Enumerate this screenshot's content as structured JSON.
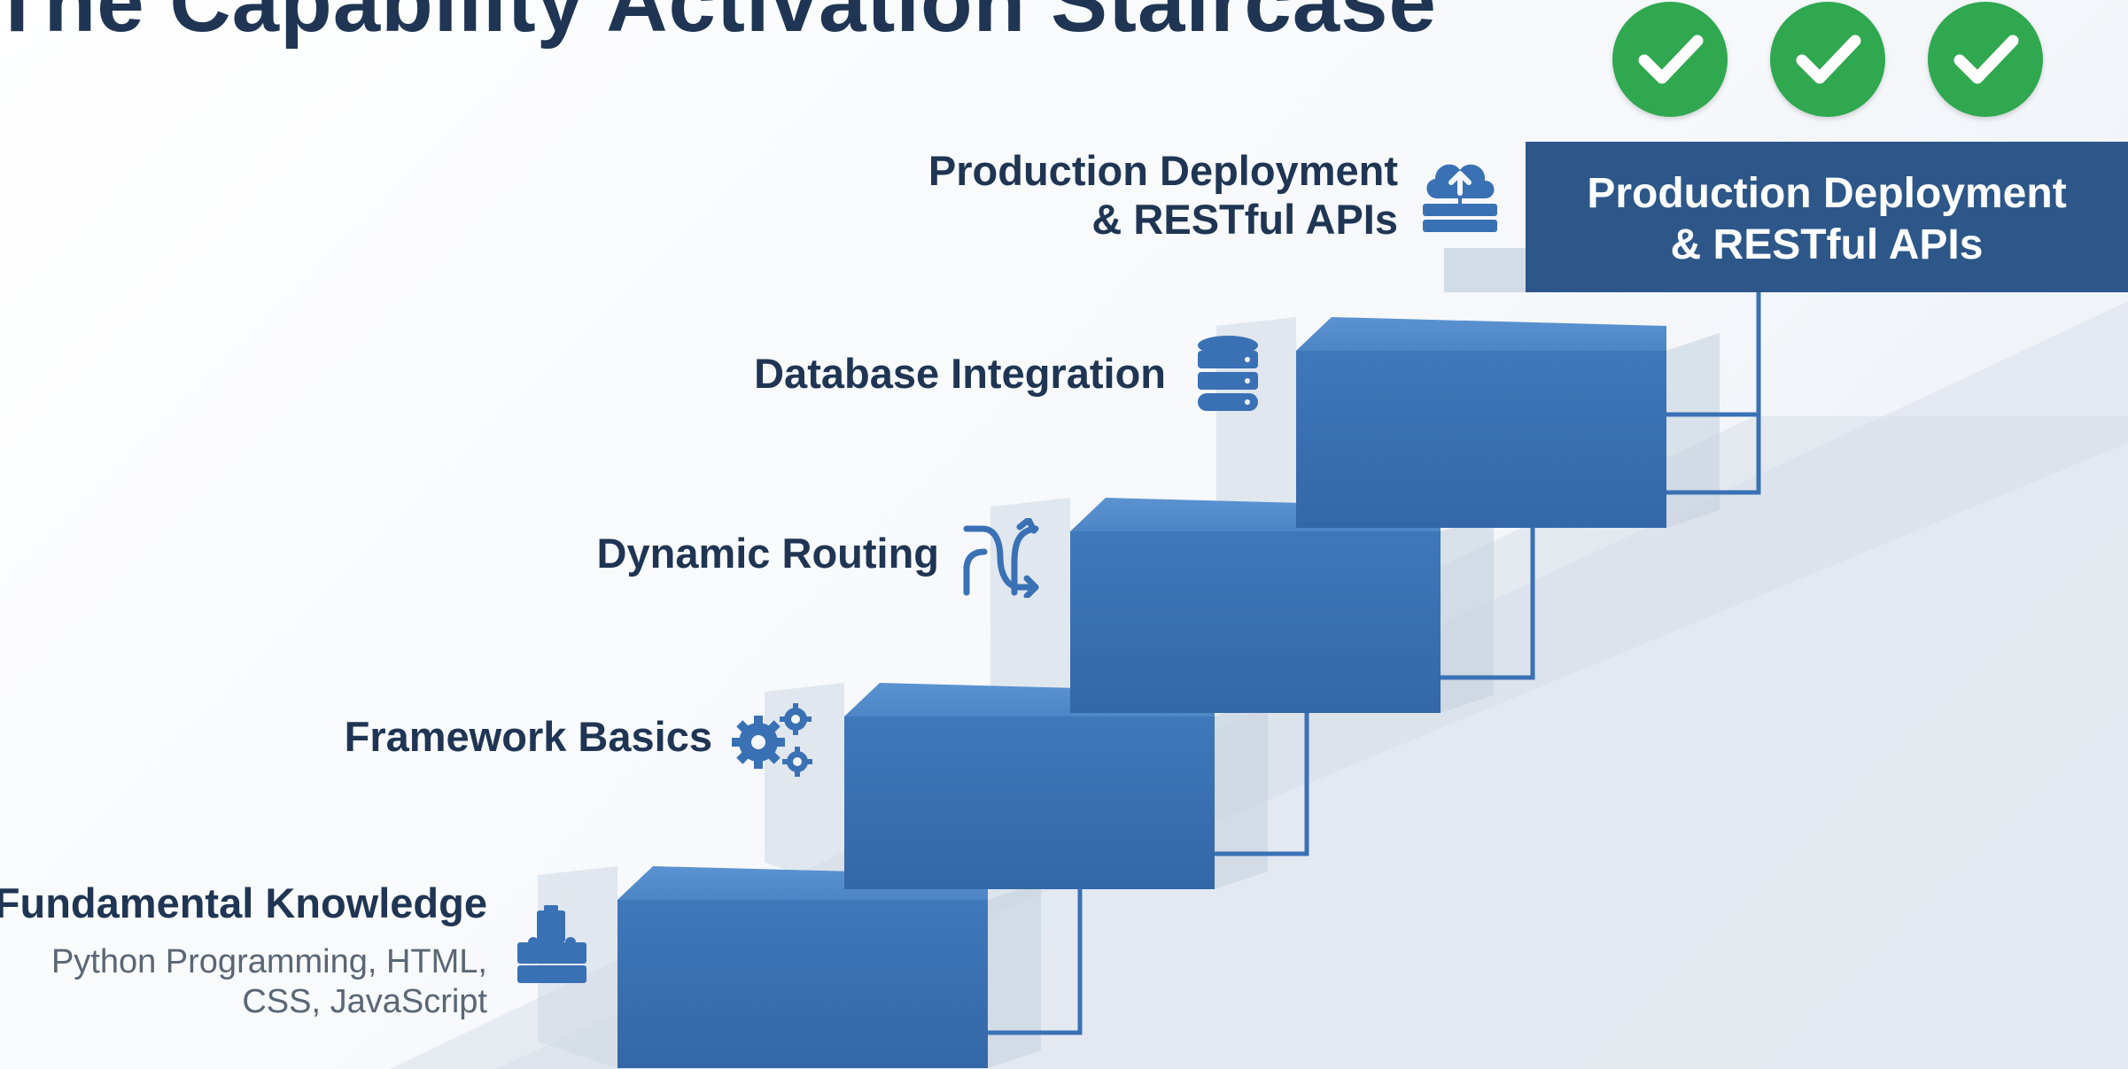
{
  "title": "The Capability Activation Staircase",
  "colors": {
    "title": "#1f3553",
    "step_top": "#4f88c8",
    "step_front": "#3a71b5",
    "banner": "#2d5789",
    "check": "#2fa84f",
    "icon": "#3a71b5"
  },
  "steps": [
    {
      "label": "Fundamental Knowledge",
      "sub_line1": "Python Programming, HTML,",
      "sub_line2": "CSS, JavaScript",
      "icon": "blocks-icon"
    },
    {
      "label": "Framework Basics",
      "icon": "gears-icon"
    },
    {
      "label": "Dynamic Routing",
      "icon": "routing-arrows-icon"
    },
    {
      "label": "Database Integration",
      "icon": "database-icon"
    },
    {
      "label_line1": "Production Deployment",
      "label_line2": "& RESTful APIs",
      "icon": "cloud-upload-server-icon"
    }
  ],
  "top_banner": {
    "line1": "Production Deployment",
    "line2": "& RESTful APIs"
  },
  "checkmarks": [
    "check-icon",
    "check-icon",
    "check-icon"
  ]
}
